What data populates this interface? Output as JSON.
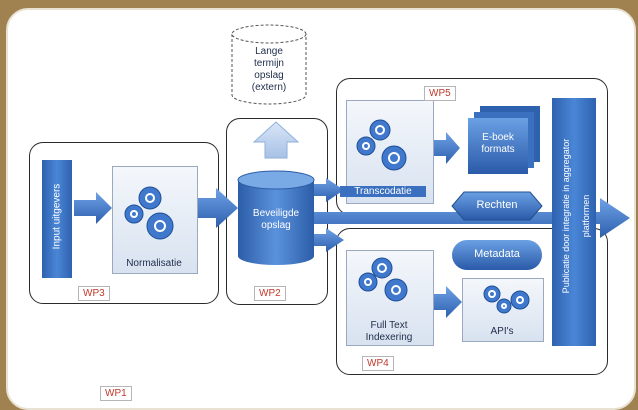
{
  "labels": {
    "input": "Input uitgevers",
    "normalisatie": "Normalisatie",
    "beveiligde": "Beveiligde",
    "opslag": "opslag",
    "lange1": "Lange",
    "lange2": "termijn",
    "lange3": "opslag",
    "lange4": "(extern)",
    "transcodatie": "Transcodatie",
    "eboek1": "E-boek",
    "eboek2": "formats",
    "rechten": "Rechten",
    "metadata": "Metadata",
    "fulltext1": "Full Text",
    "fulltext2": "Indexering",
    "apis": "API's",
    "publicatie1": "Publicatie door integratie in aggregator",
    "publicatie2": "platformen"
  },
  "workpackages": {
    "wp1": "WP1",
    "wp2": "WP2",
    "wp3": "WP3",
    "wp4": "WP4",
    "wp5": "WP5"
  },
  "colors": {
    "background": "#a08250",
    "accent_blue": "#3a74c6",
    "wp_text": "#c0392b"
  }
}
